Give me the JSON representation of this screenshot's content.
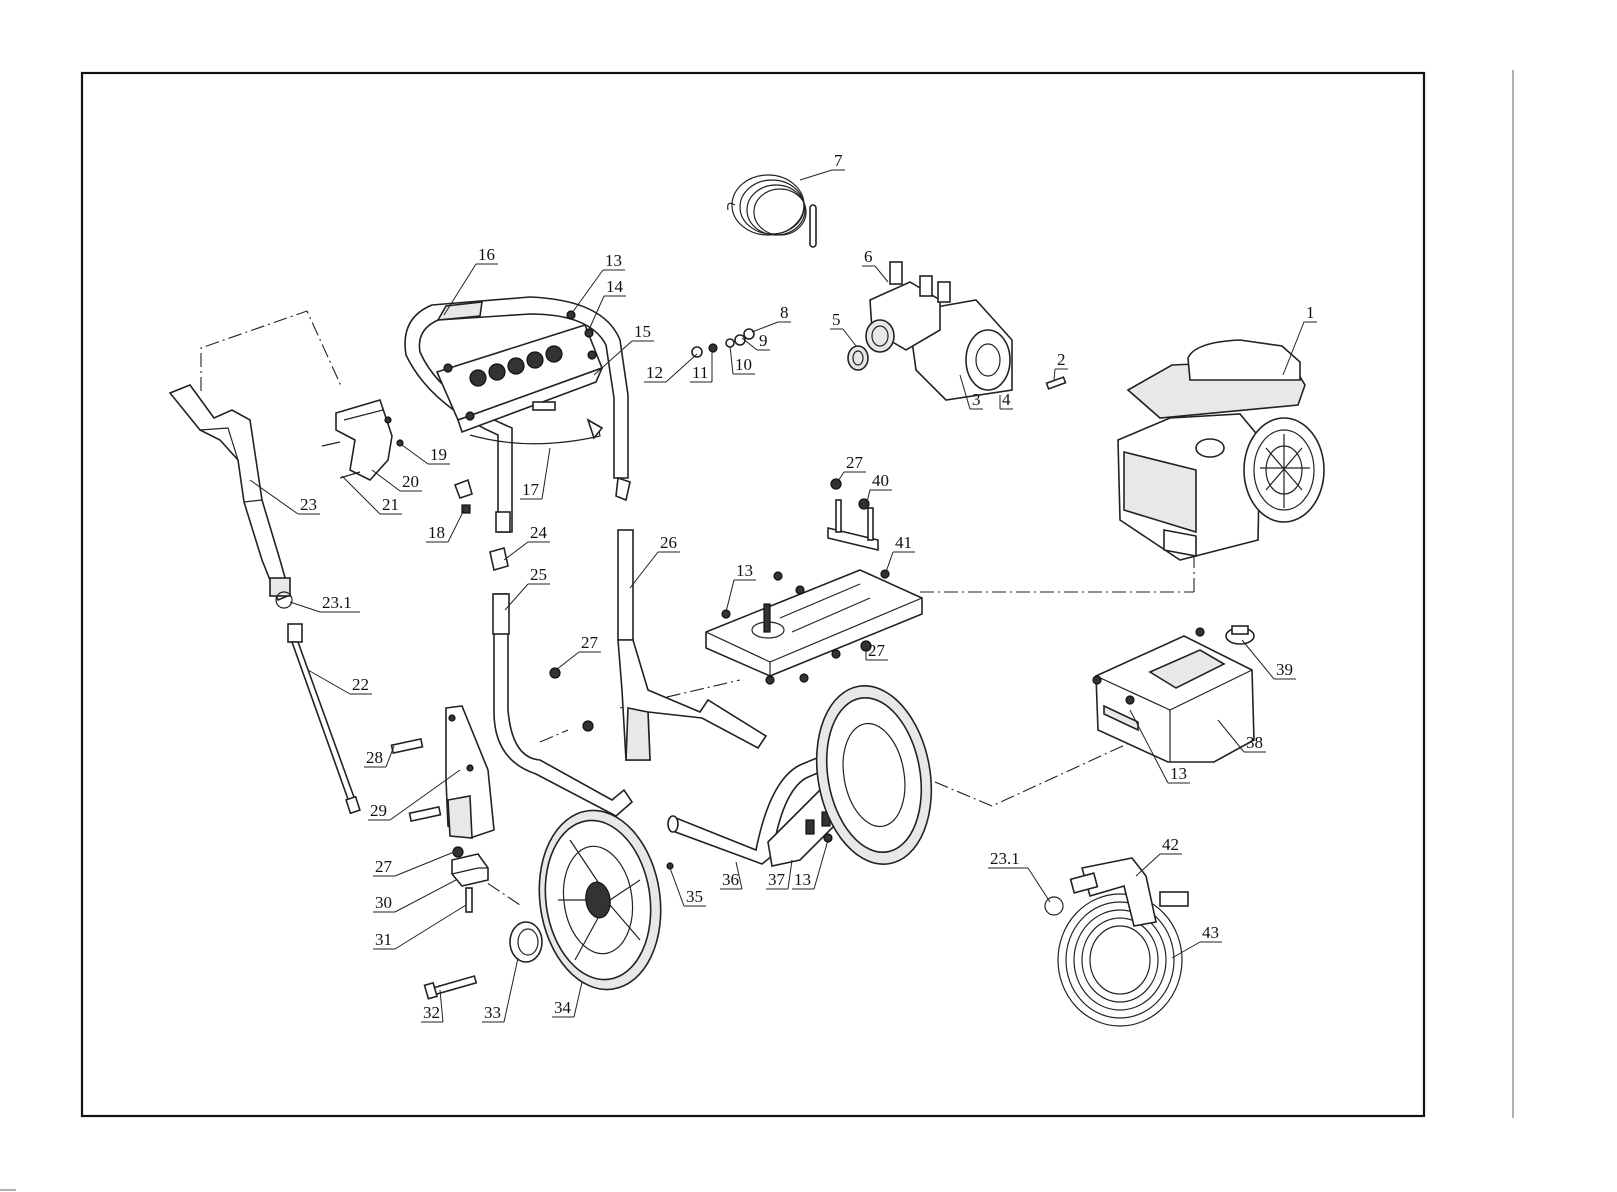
{
  "callouts": [
    {
      "id": "c1",
      "label": "1"
    },
    {
      "id": "c2",
      "label": "2"
    },
    {
      "id": "c3",
      "label": "3"
    },
    {
      "id": "c4",
      "label": "4"
    },
    {
      "id": "c5",
      "label": "5"
    },
    {
      "id": "c6",
      "label": "6"
    },
    {
      "id": "c7",
      "label": "7"
    },
    {
      "id": "c8",
      "label": "8"
    },
    {
      "id": "c9",
      "label": "9"
    },
    {
      "id": "c10",
      "label": "10"
    },
    {
      "id": "c11",
      "label": "11"
    },
    {
      "id": "c12",
      "label": "12"
    },
    {
      "id": "c13a",
      "label": "13"
    },
    {
      "id": "c14",
      "label": "14"
    },
    {
      "id": "c15",
      "label": "15"
    },
    {
      "id": "c16",
      "label": "16"
    },
    {
      "id": "c17",
      "label": "17"
    },
    {
      "id": "c18",
      "label": "18"
    },
    {
      "id": "c19",
      "label": "19"
    },
    {
      "id": "c20",
      "label": "20"
    },
    {
      "id": "c21",
      "label": "21"
    },
    {
      "id": "c22",
      "label": "22"
    },
    {
      "id": "c23",
      "label": "23"
    },
    {
      "id": "c231a",
      "label": "23.1"
    },
    {
      "id": "c24",
      "label": "24"
    },
    {
      "id": "c25",
      "label": "25"
    },
    {
      "id": "c26",
      "label": "26"
    },
    {
      "id": "c27a",
      "label": "27"
    },
    {
      "id": "c40",
      "label": "40"
    },
    {
      "id": "c41",
      "label": "41"
    },
    {
      "id": "c13b",
      "label": "13"
    },
    {
      "id": "c27b",
      "label": "27"
    },
    {
      "id": "c27c",
      "label": "27"
    },
    {
      "id": "c28",
      "label": "28"
    },
    {
      "id": "c29",
      "label": "29"
    },
    {
      "id": "c27d",
      "label": "27"
    },
    {
      "id": "c30",
      "label": "30"
    },
    {
      "id": "c31",
      "label": "31"
    },
    {
      "id": "c32",
      "label": "32"
    },
    {
      "id": "c33",
      "label": "33"
    },
    {
      "id": "c34",
      "label": "34"
    },
    {
      "id": "c35",
      "label": "35"
    },
    {
      "id": "c36",
      "label": "36"
    },
    {
      "id": "c37",
      "label": "37"
    },
    {
      "id": "c13c",
      "label": "13"
    },
    {
      "id": "c39",
      "label": "39"
    },
    {
      "id": "c38",
      "label": "38"
    },
    {
      "id": "c13d",
      "label": "13"
    },
    {
      "id": "c231b",
      "label": "23.1"
    },
    {
      "id": "c42",
      "label": "42"
    },
    {
      "id": "c43",
      "label": "43"
    }
  ]
}
